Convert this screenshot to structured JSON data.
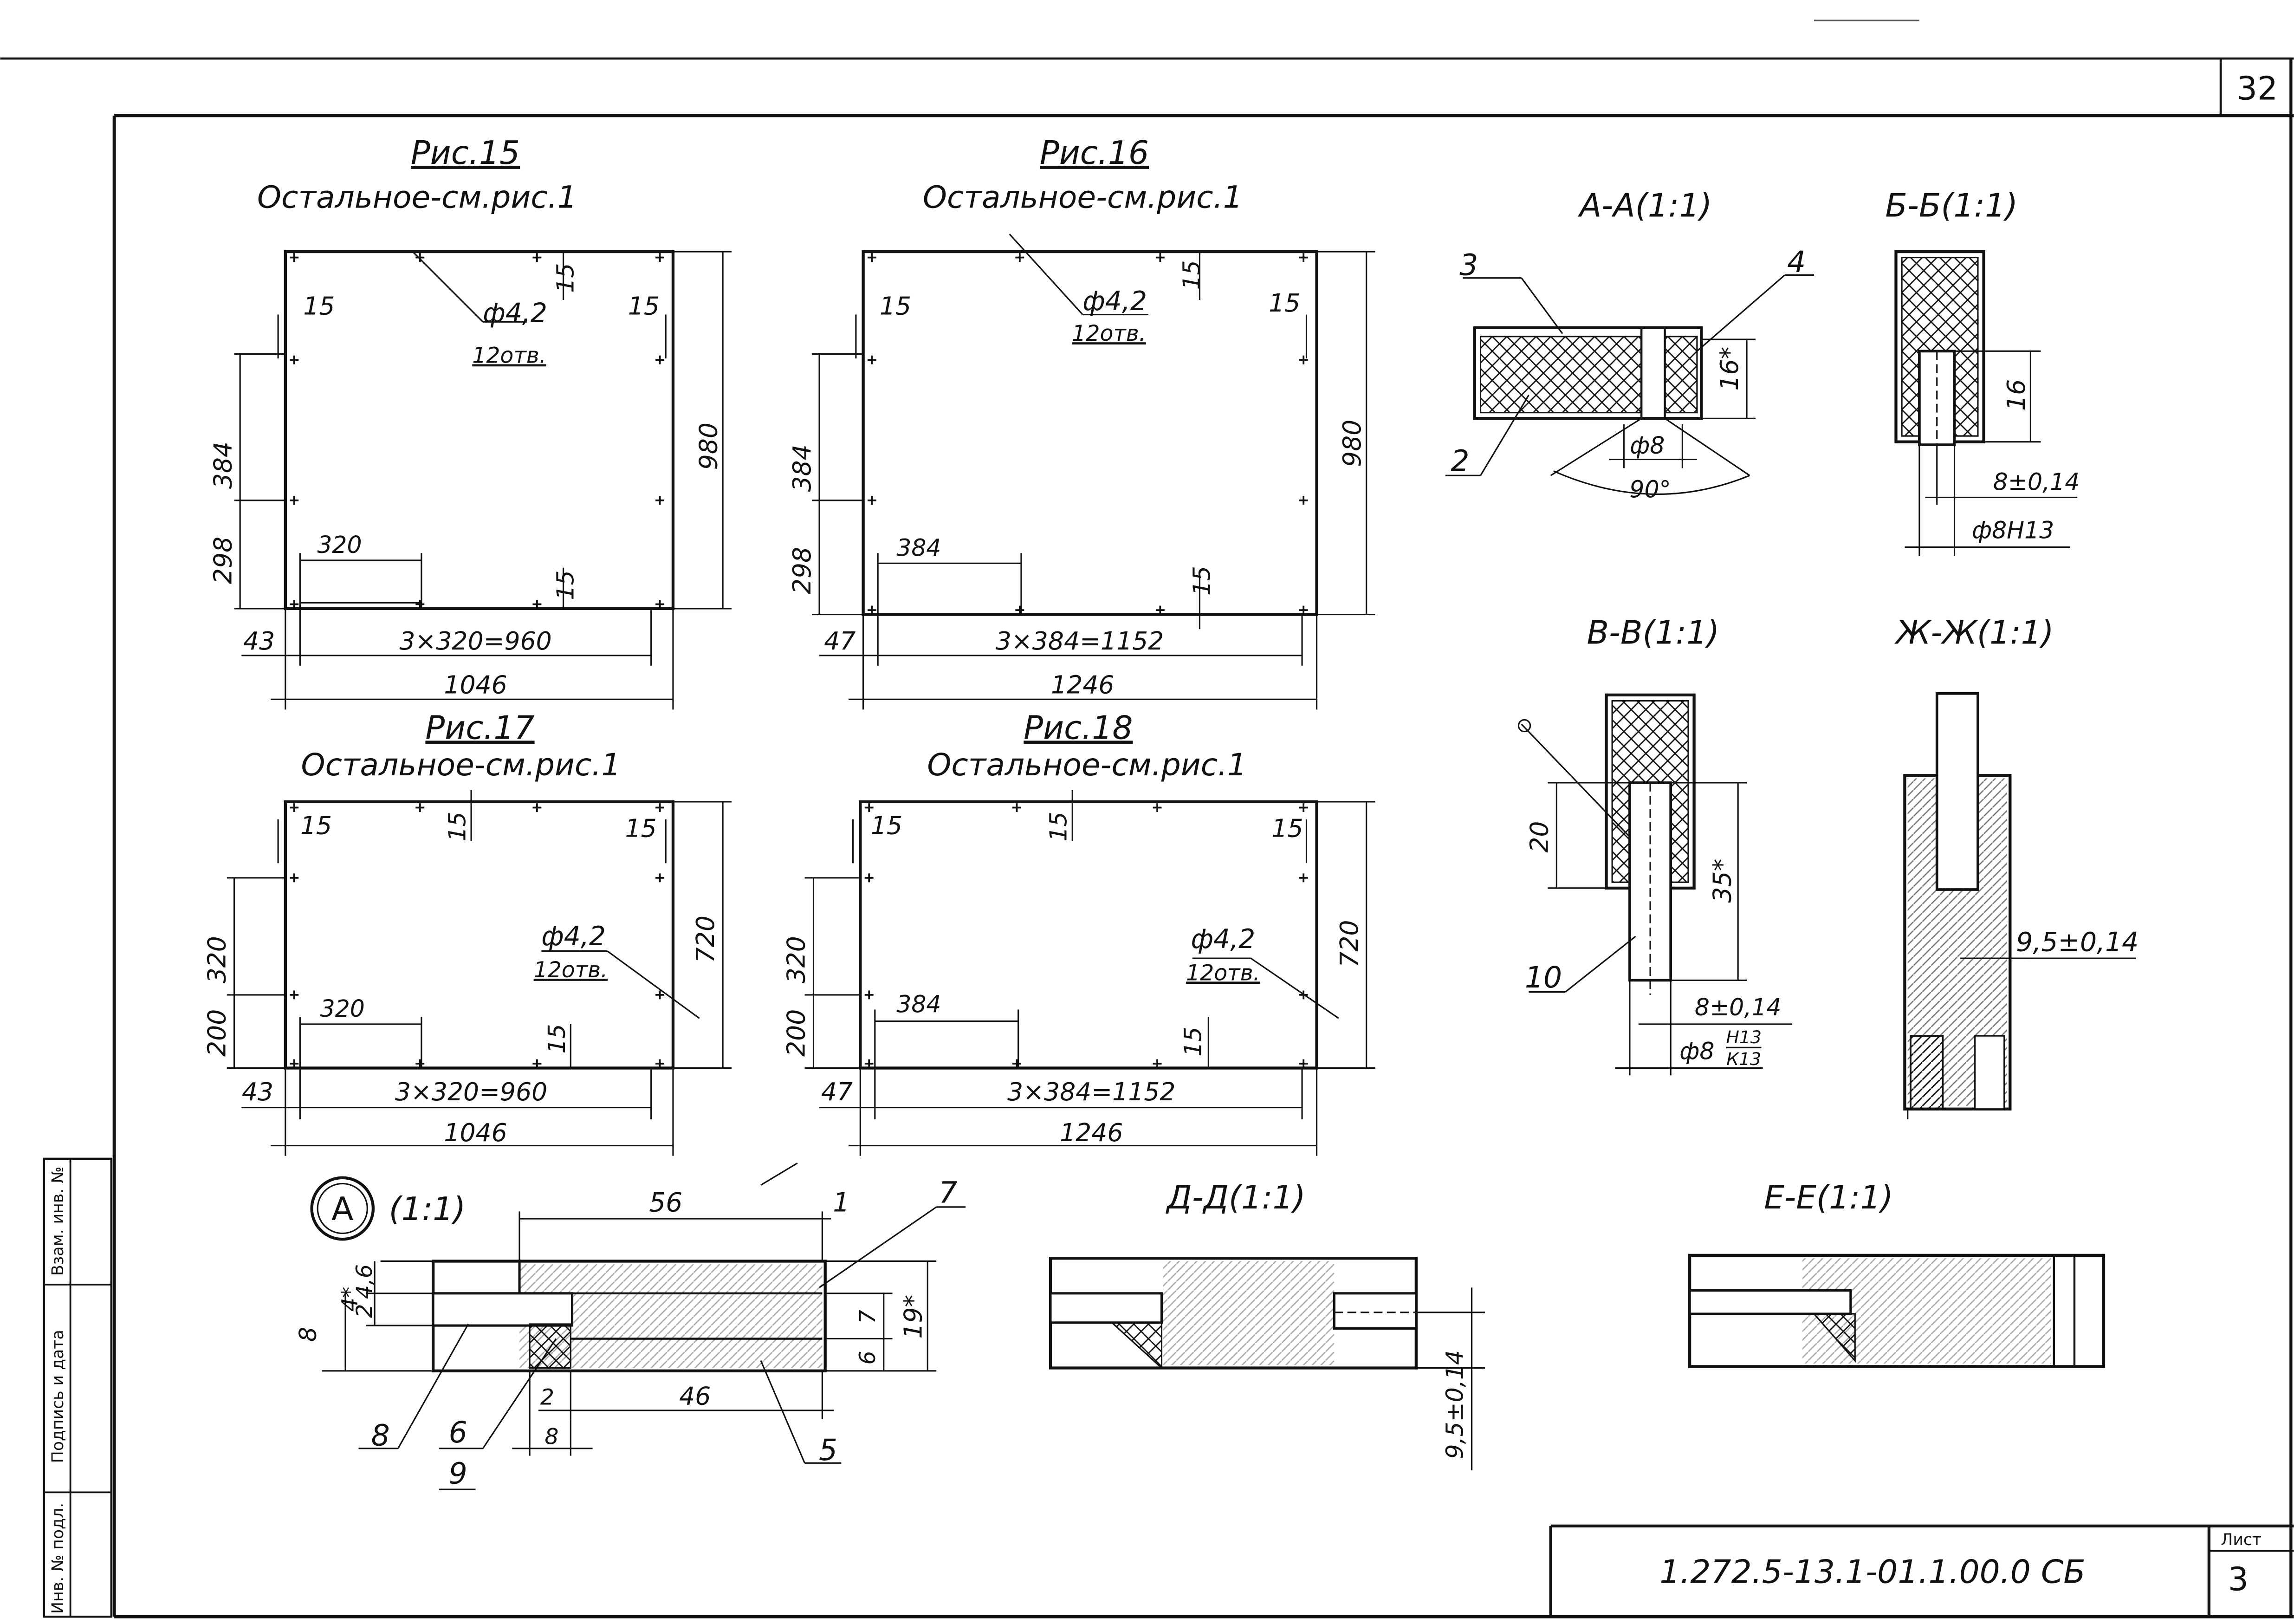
{
  "sheet": {
    "corner_number": "32",
    "sheet_label": "Лист",
    "sheet_number": "3",
    "designation": "1.272.5-13.1-01.1.00.0 СБ",
    "side_stamp": [
      "Инв. № подл.",
      "Подпись и дата",
      "Взам. инв. №"
    ]
  },
  "figures": {
    "fig15": {
      "title": "Рис.15",
      "subtitle": "Остальное-см.рис.1",
      "hole_note": "ф4,2",
      "hole_count": "12отв.",
      "dims": {
        "top_left": "15",
        "top_mid": "15",
        "top_right": "15",
        "height": "980",
        "left_upper": "384",
        "left_lower": "298",
        "pitch": "320",
        "bottom_mid": "15",
        "edge": "43",
        "pitch_total": "3×320=960",
        "width": "1046"
      }
    },
    "fig16": {
      "title": "Рис.16",
      "subtitle": "Остальное-см.рис.1",
      "hole_note": "ф4,2",
      "hole_count": "12отв.",
      "dims": {
        "top_left": "15",
        "top_mid": "15",
        "top_right": "15",
        "height": "980",
        "left_upper": "384",
        "left_lower": "298",
        "pitch": "384",
        "bottom_mid": "15",
        "edge": "47",
        "pitch_total": "3×384=1152",
        "width": "1246"
      }
    },
    "fig17": {
      "title": "Рис.17",
      "subtitle": "Остальное-см.рис.1",
      "hole_note": "ф4,2",
      "hole_count": "12отв.",
      "dims": {
        "top_left": "15",
        "top_mid": "15",
        "top_right": "15",
        "height": "720",
        "left_upper": "320",
        "left_lower": "200",
        "pitch": "320",
        "bottom_mid": "15",
        "edge": "43",
        "pitch_total": "3×320=960",
        "width": "1046"
      }
    },
    "fig18": {
      "title": "Рис.18",
      "subtitle": "Остальное-см.рис.1",
      "hole_note": "ф4,2",
      "hole_count": "12отв.",
      "dims": {
        "top_left": "15",
        "top_mid": "15",
        "top_right": "15",
        "height": "720",
        "left_upper": "320",
        "left_lower": "200",
        "pitch": "384",
        "bottom_mid": "15",
        "edge": "47",
        "pitch_total": "3×384=1152",
        "width": "1246"
      }
    }
  },
  "sections": {
    "aa": {
      "title": "А-А(1:1)",
      "callouts": [
        "3",
        "4",
        "2"
      ],
      "dims": [
        "16*",
        "ф8",
        "90°"
      ]
    },
    "bb": {
      "title": "Б-Б(1:1)",
      "dims": [
        "16",
        "8±0,14",
        "ф8Н13"
      ]
    },
    "vv": {
      "title": "В-В(1:1)",
      "callouts": [
        "10"
      ],
      "dims": [
        "20",
        "35*",
        "8±0,14",
        "ф8",
        "Н13",
        "К13"
      ]
    },
    "zhzh": {
      "title": "Ж-Ж(1:1)",
      "dims": [
        "9,5±0,14"
      ]
    },
    "a_detail": {
      "marker": "А",
      "scale": "(1:1)",
      "callouts": [
        "7",
        "8",
        "6",
        "9",
        "5"
      ],
      "dims": [
        "56",
        "1",
        "4,6",
        "4*",
        "8",
        "2",
        "19*",
        "7",
        "6",
        "2",
        "46",
        "8"
      ]
    },
    "dd": {
      "title": "Д-Д(1:1)",
      "dims": [
        "9,5±0,14"
      ]
    },
    "ee": {
      "title": "Е-Е(1:1)"
    }
  }
}
